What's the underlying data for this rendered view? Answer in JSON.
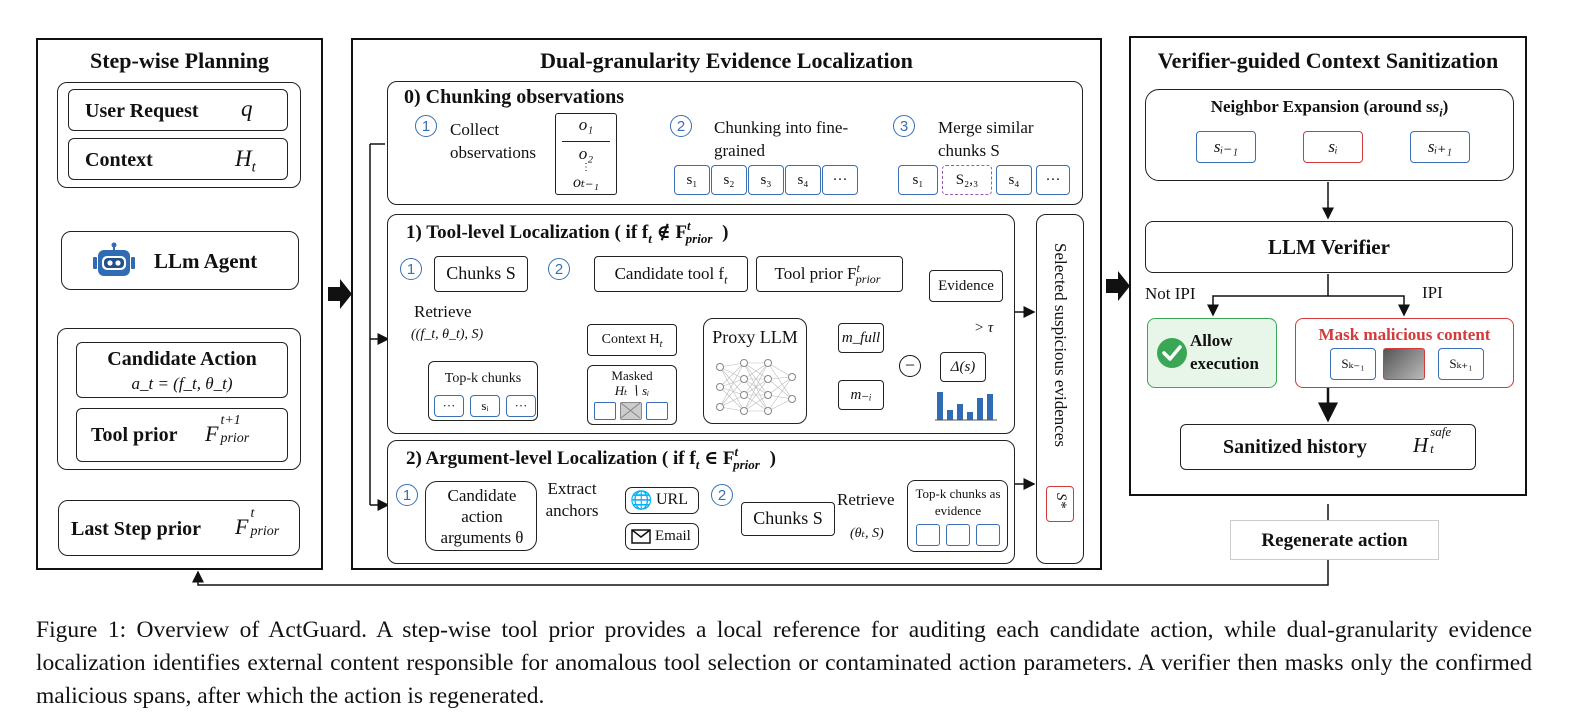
{
  "planning": {
    "title": "Step-wise Planning",
    "user_request": "User Request",
    "user_request_symbol": "q",
    "context": "Context",
    "context_symbol": "H",
    "context_sub": "t",
    "agent": "LLm Agent",
    "candidate_action": "Candidate Action",
    "candidate_formula": "a_t = (f_t, θ_t)",
    "tool_prior": "Tool prior",
    "tool_prior_symbol": "F",
    "tool_prior_sup": "t+1",
    "tool_prior_sub": "prior",
    "last_step_prior": "Last Step prior",
    "last_step_symbol": "F",
    "last_step_sup": "t",
    "last_step_sub": "prior"
  },
  "localization": {
    "title": "Dual-granularity Evidence Localization",
    "chunking": {
      "title": "0) Chunking observations",
      "step1_num": "1",
      "step1_label": "Collect observations",
      "obs": [
        "o₁",
        "o₂",
        "⋮",
        "oₜ₋₁"
      ],
      "step2_num": "2",
      "step2_label": "Chunking into fine-grained",
      "chunks": [
        "s₁",
        "s₂",
        "s₃",
        "s₄",
        "···"
      ],
      "step3_num": "3",
      "step3_label": "Merge similar chunks S",
      "merged": [
        "s₁",
        "S₂,₃",
        "s₄",
        "···"
      ]
    },
    "tool_level": {
      "title": "1) Tool-level Localization ( if f",
      "title_cond": "∉ F",
      "step1_num": "1",
      "chunks_s": "Chunks S",
      "retrieve": "Retrieve",
      "retrieve_args": "((f_t, θ_t), S)",
      "topk": "Top-k chunks",
      "topk_items": [
        "···",
        "sᵢ",
        "···"
      ],
      "step2_num": "2",
      "candidate_tool": "Candidate tool f",
      "tool_prior": "Tool prior F",
      "context_h": "Context H",
      "masked": "Masked",
      "masked_formula": "Hₜ ∖ sᵢ",
      "proxy": "Proxy LLM",
      "m_full": "m_full",
      "m_minus": "m₋ᵢ",
      "minus": "−",
      "delta": "Δ(s)",
      "threshold": "> τ",
      "evidence": "Evidence"
    },
    "arg_level": {
      "title": "2) Argument-level Localization ( if f",
      "title_cond": "∈ F",
      "step1_num": "1",
      "candidate_args": "Candidate action arguments θ",
      "extract": "Extract anchors",
      "url": "URL",
      "email": "Email",
      "step2_num": "2",
      "chunks_s": "Chunks S",
      "retrieve": "Retrieve",
      "retrieve_args": "(θₜ, S)",
      "topk": "Top-k chunks as evidence"
    },
    "selected": "Selected suspicious evidences",
    "s_star": "S*"
  },
  "sanitization": {
    "title": "Verifier-guided Context Sanitization",
    "neighbor": "Neighbor Expansion (around s",
    "neighbor_items": [
      "sᵢ₋₁",
      "sᵢ",
      "sᵢ₊₁"
    ],
    "verifier": "LLM Verifier",
    "not_ipi": "Not IPI",
    "ipi": "IPI",
    "allow": "Allow execution",
    "mask": "Mask malicious content",
    "mask_items": [
      "Sₖ₋₁",
      "Sₖ₊₁"
    ],
    "sanitized": "Sanitized history",
    "sanitized_symbol": "H",
    "sanitized_sup": "safe",
    "sanitized_sub": "t",
    "regenerate": "Regenerate action"
  },
  "caption": "Figure 1: Overview of ActGuard. A step-wise tool prior provides a local reference for auditing each candidate action, while dual-granularity evidence localization identifies external content responsible for anomalous tool selection or contaminated action parameters. A verifier then masks only the confirmed malicious spans, after which the action is regenerated.",
  "colors": {
    "accent_blue": "#3a6fb5",
    "arrow_teal": "#1f5f7a",
    "red": "#d23b3b",
    "green": "#3aa757",
    "green_bg": "#e8f6e9"
  }
}
